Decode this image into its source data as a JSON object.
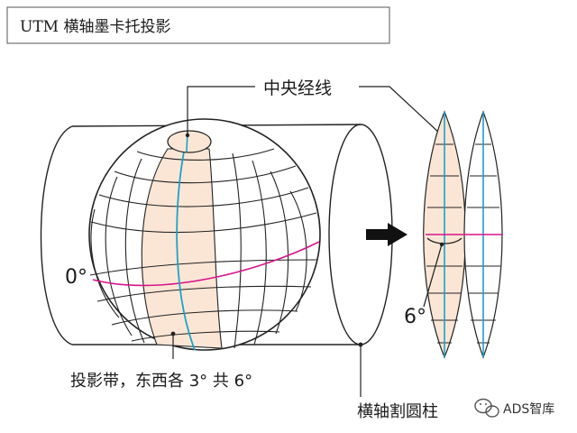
{
  "title": "UTM 横轴墨卡托投影",
  "labels": {
    "central_meridian": "中央经线",
    "equator": "0°",
    "zone_width": "6°",
    "zone_desc": "投影带，东西各 3° 共 6°",
    "cylinder": "横轴割圆柱"
  },
  "watermark": {
    "text": "ADS智库",
    "icon": "wechat-icon"
  },
  "colors": {
    "zone_fill": "#fbe6d6",
    "central_meridian": "#1ba2c8",
    "equator": "#d6148a",
    "outline": "#222222",
    "arrow": "#111111"
  }
}
